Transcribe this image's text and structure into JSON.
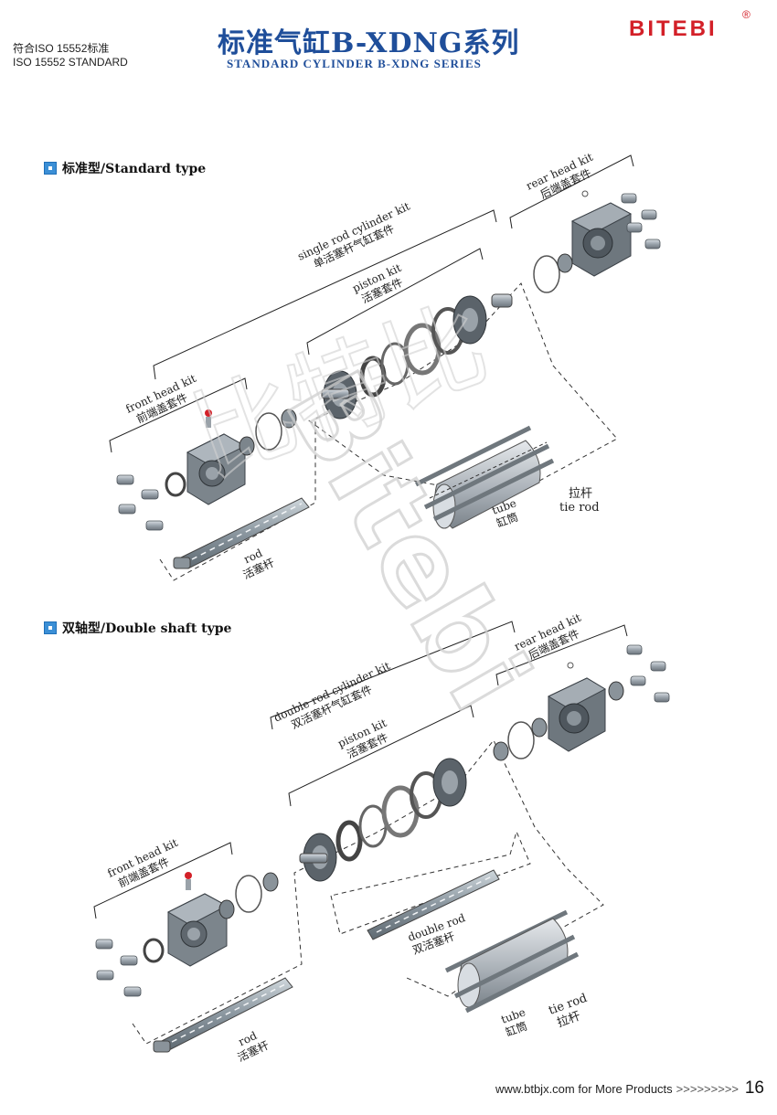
{
  "header": {
    "standard_cn": "符合ISO 15552标准",
    "standard_en": "ISO 15552  STANDARD",
    "title_cn": "标准气缸B-XDNG系列",
    "title_en": "STANDARD CYLINDER B-XDNG SERIES",
    "brand": "BITEBI",
    "brand_mark": "®"
  },
  "sections": [
    {
      "title": "标准型/Standard type",
      "kits": {
        "cylinder_kit_en": "single rod cylinder kit",
        "cylinder_kit_cn": "单活塞杆气缸套件",
        "piston_kit_en": "piston kit",
        "piston_kit_cn": "活塞套件",
        "front_head_en": "front head kit",
        "front_head_cn": "前端盖套件",
        "rear_head_en": "rear head kit",
        "rear_head_cn": "后端盖套件",
        "rod_en": "rod",
        "rod_cn": "活塞杆",
        "tube_en": "tube",
        "tube_cn": "缸筒",
        "tie_rod_en": "tie rod",
        "tie_rod_cn": "拉杆"
      }
    },
    {
      "title": "双轴型/Double shaft type",
      "kits": {
        "cylinder_kit_en": "double rod cylinder kit",
        "cylinder_kit_cn": "双活塞杆气缸套件",
        "piston_kit_en": "piston kit",
        "piston_kit_cn": "活塞套件",
        "front_head_en": "front head kit",
        "front_head_cn": "前端盖套件",
        "rear_head_en": "rear head kit",
        "rear_head_cn": "后端盖套件",
        "double_rod_en": "double rod",
        "double_rod_cn": "双活塞杆",
        "rod_en": "rod",
        "rod_cn": "活塞杆",
        "tube_en": "tube",
        "tube_cn": "缸筒",
        "tie_rod_en": "tie rod",
        "tie_rod_cn": "拉杆"
      }
    }
  ],
  "watermark": {
    "latin": "Bitebi",
    "cn": "比特比"
  },
  "footer": {
    "url_text": "www.btbjx.com for More Products",
    "arrows": ">>>>>>>>>",
    "page_number": "16"
  }
}
